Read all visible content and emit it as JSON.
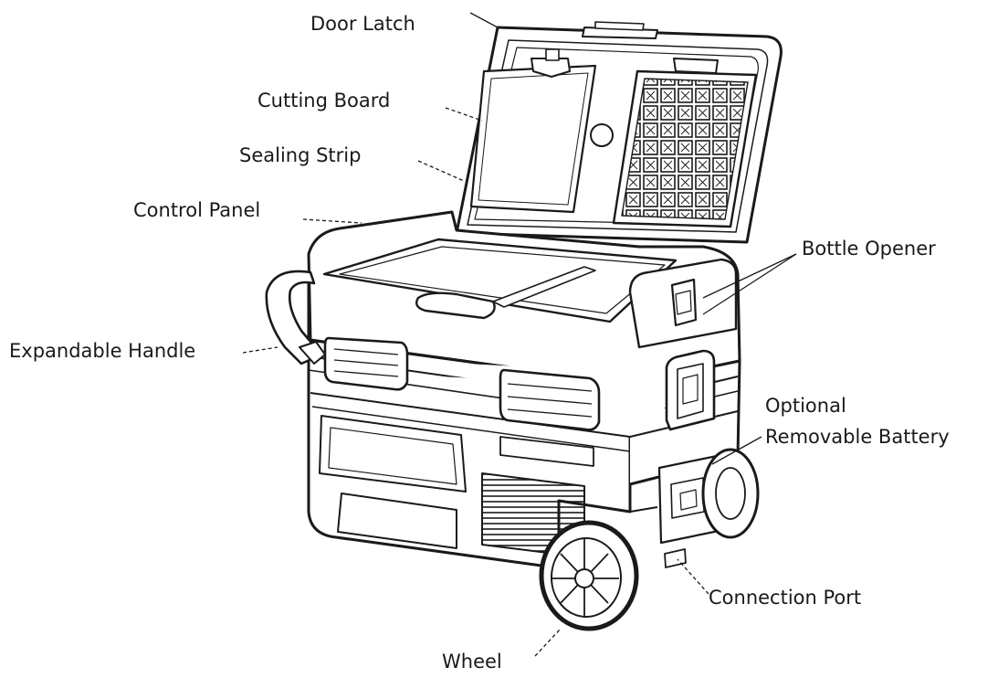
{
  "labels": {
    "door_latch": "Door Latch",
    "cutting_board": "Cutting Board",
    "sealing_strip": "Sealing Strip",
    "control_panel": "Control Panel",
    "bottle_opener": "Bottle Opener",
    "expandable_handle": "Expandable Handle",
    "optional_battery_line1": "Optional",
    "optional_battery_line2": "Removable Battery",
    "connection_port": "Connection Port",
    "wheel": "Wheel"
  },
  "colors": {
    "line": "#1a1a1a",
    "text": "#1a1a1a",
    "background": "#ffffff"
  }
}
